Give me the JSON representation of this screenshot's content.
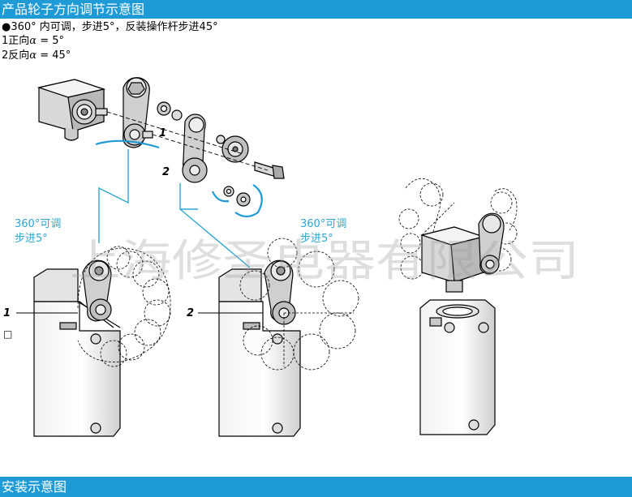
{
  "header": {
    "title": "产品轮子方向调节示意图"
  },
  "notes": {
    "line1": "●360° 内可调，步进5°，反装操作杆步进45°",
    "line2_prefix": "1正向",
    "line2_value": " = 5°",
    "line3_prefix": "2反向",
    "line3_value": " = 45°",
    "alpha": "α"
  },
  "callouts": {
    "one": "1",
    "two": "2",
    "adjust_label": "360°可调",
    "step_label": "步进5°",
    "small_box": "□"
  },
  "watermark": "上海修圣电器有限公司",
  "footer": {
    "title": "安装示意图"
  },
  "colors": {
    "header_bar": "#1e9ad6",
    "accent_line": "#30a6d0",
    "drawing": "#000000"
  }
}
